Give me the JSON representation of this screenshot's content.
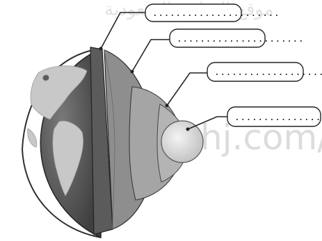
{
  "diagram": {
    "watermark_top": "موقع المناهج السعودية",
    "watermark_main": "anahj.com/sa",
    "labels": [
      {
        "name": "crust",
        "text": "......................"
      },
      {
        "name": "mantle",
        "text": "......................"
      },
      {
        "name": "outer-core",
        "text": "......................"
      },
      {
        "name": "inner-core",
        "text": "......................"
      }
    ]
  }
}
